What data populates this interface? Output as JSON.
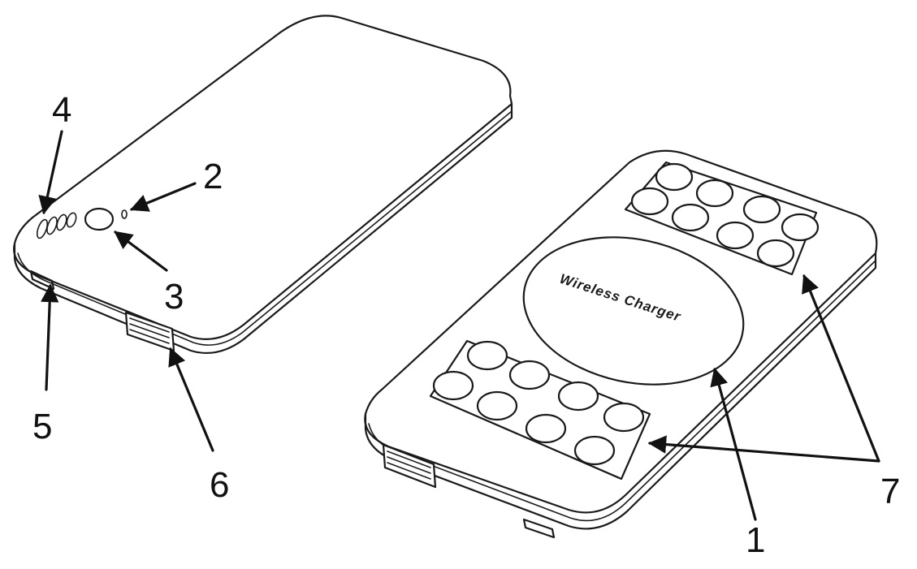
{
  "diagram": {
    "pad_label": "Wireless Charger",
    "callouts": [
      {
        "id": "1",
        "text": "1"
      },
      {
        "id": "2",
        "text": "2"
      },
      {
        "id": "3",
        "text": "3"
      },
      {
        "id": "4",
        "text": "4"
      },
      {
        "id": "5",
        "text": "5"
      },
      {
        "id": "6",
        "text": "6"
      },
      {
        "id": "7",
        "text": "7"
      }
    ]
  },
  "colors": {
    "line": "#1a1a1a",
    "background": "#ffffff"
  }
}
